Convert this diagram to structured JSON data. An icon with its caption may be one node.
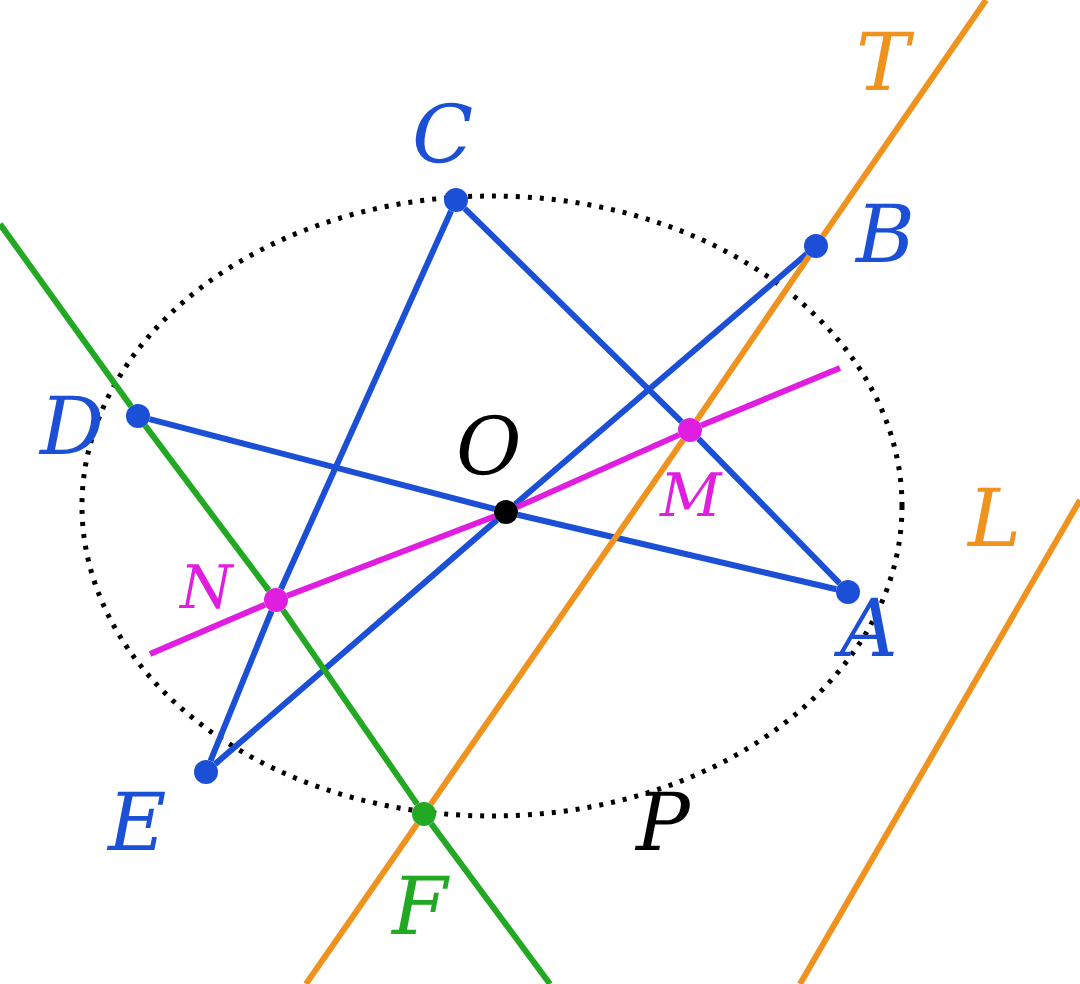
{
  "diagram": {
    "nodes": [
      {
        "text": [
          "C"
        ]
      },
      {
        "text": [
          "B"
        ]
      },
      {
        "text": [
          "D"
        ]
      },
      {
        "text": [
          "O"
        ]
      },
      {
        "text": [
          "M"
        ]
      },
      {
        "text": [
          "A"
        ]
      },
      {
        "text": [
          "N"
        ]
      },
      {
        "text": [
          "E"
        ]
      },
      {
        "text": [
          "F"
        ]
      }
    ],
    "edges": [
      {
        "from": 2,
        "to": 3,
        "arrow": "none"
      },
      {
        "from": 3,
        "to": 5,
        "arrow": "none"
      },
      {
        "from": 0,
        "to": 6,
        "arrow": "none"
      },
      {
        "from": 6,
        "to": 7,
        "arrow": "none"
      },
      {
        "from": 0,
        "to": 4,
        "arrow": "none"
      },
      {
        "from": 4,
        "to": 5,
        "arrow": "none"
      },
      {
        "from": 7,
        "to": 3,
        "arrow": "none"
      },
      {
        "from": 3,
        "to": 1,
        "arrow": "none"
      },
      {
        "from": 6,
        "to": 3,
        "arrow": "none",
        "color": "#e01ee0"
      },
      {
        "from": 3,
        "to": 4,
        "arrow": "none",
        "color": "#e01ee0"
      },
      {
        "from": 2,
        "to": 6,
        "arrow": "none",
        "color": "#22a822"
      },
      {
        "from": 6,
        "to": 8,
        "arrow": "none",
        "color": "#22a822"
      },
      {
        "from": 8,
        "to": 4,
        "arrow": "none",
        "color": "#f0921e"
      },
      {
        "from": 4,
        "to": 1,
        "arrow": "none",
        "color": "#f0921e"
      },
      {
        "from": null,
        "to": 6,
        "arrow": "none",
        "color": "#e01ee0"
      },
      {
        "from": 4,
        "to": null,
        "arrow": "none",
        "color": "#e01ee0"
      },
      {
        "from": null,
        "to": 2,
        "arrow": "none",
        "color": "#22a822"
      },
      {
        "from": 8,
        "to": null,
        "arrow": "none",
        "color": "#22a822"
      },
      {
        "from": 1,
        "to": null,
        "arrow": "none",
        "color": "#f0921e"
      },
      {
        "from": null,
        "to": 8,
        "arrow": "none",
        "color": "#f0921e"
      }
    ],
    "labels": [
      "T",
      "L",
      "P"
    ]
  }
}
